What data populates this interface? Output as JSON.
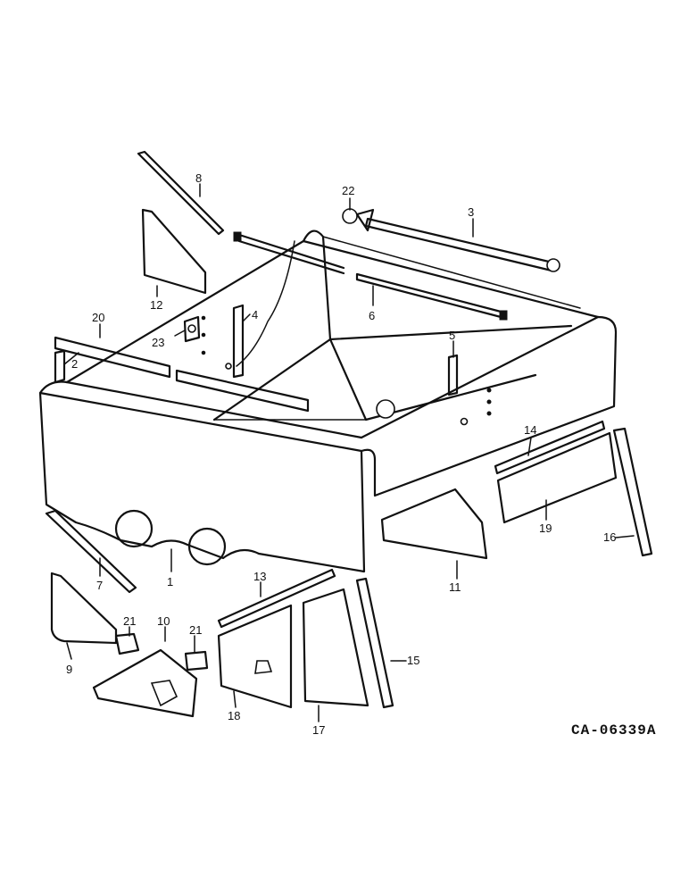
{
  "callouts": [
    "1",
    "2",
    "3",
    "4",
    "5",
    "6",
    "7",
    "8",
    "9",
    "10",
    "11",
    "12",
    "13",
    "14",
    "15",
    "16",
    "17",
    "18",
    "19",
    "20",
    "21",
    "21",
    "22",
    "23"
  ],
  "drawing_code": "CA-06339A"
}
